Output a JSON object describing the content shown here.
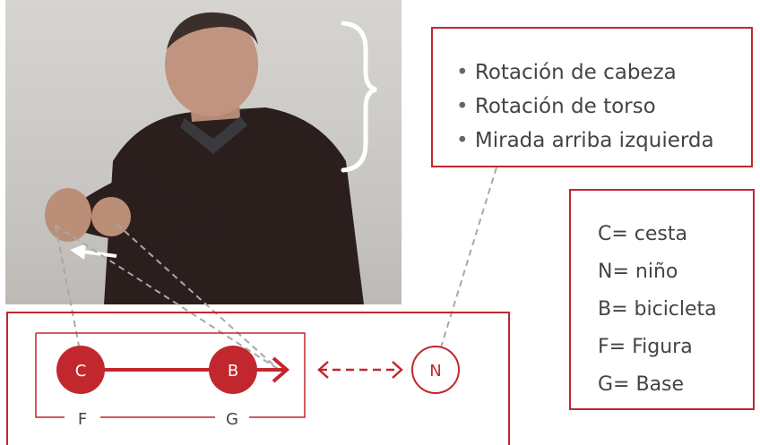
{
  "features": {
    "items": [
      "Rotación de cabeza",
      "Rotación de torso",
      "Mirada arriba izquierda"
    ]
  },
  "legend": {
    "entries": [
      "C= cesta",
      "N= niño",
      "B= bicicleta",
      "F= Figura",
      "G= Base"
    ]
  },
  "diagram": {
    "node_c": "C",
    "node_b": "B",
    "node_n": "N",
    "label_f": "F",
    "label_g": "G"
  },
  "colors": {
    "accent_red": "#c1272d",
    "dashed_gray": "#a8a8a8",
    "text": "#444444"
  },
  "icons": [
    "curly-brace-icon",
    "white-arrow-icon",
    "double-arrow-icon"
  ]
}
